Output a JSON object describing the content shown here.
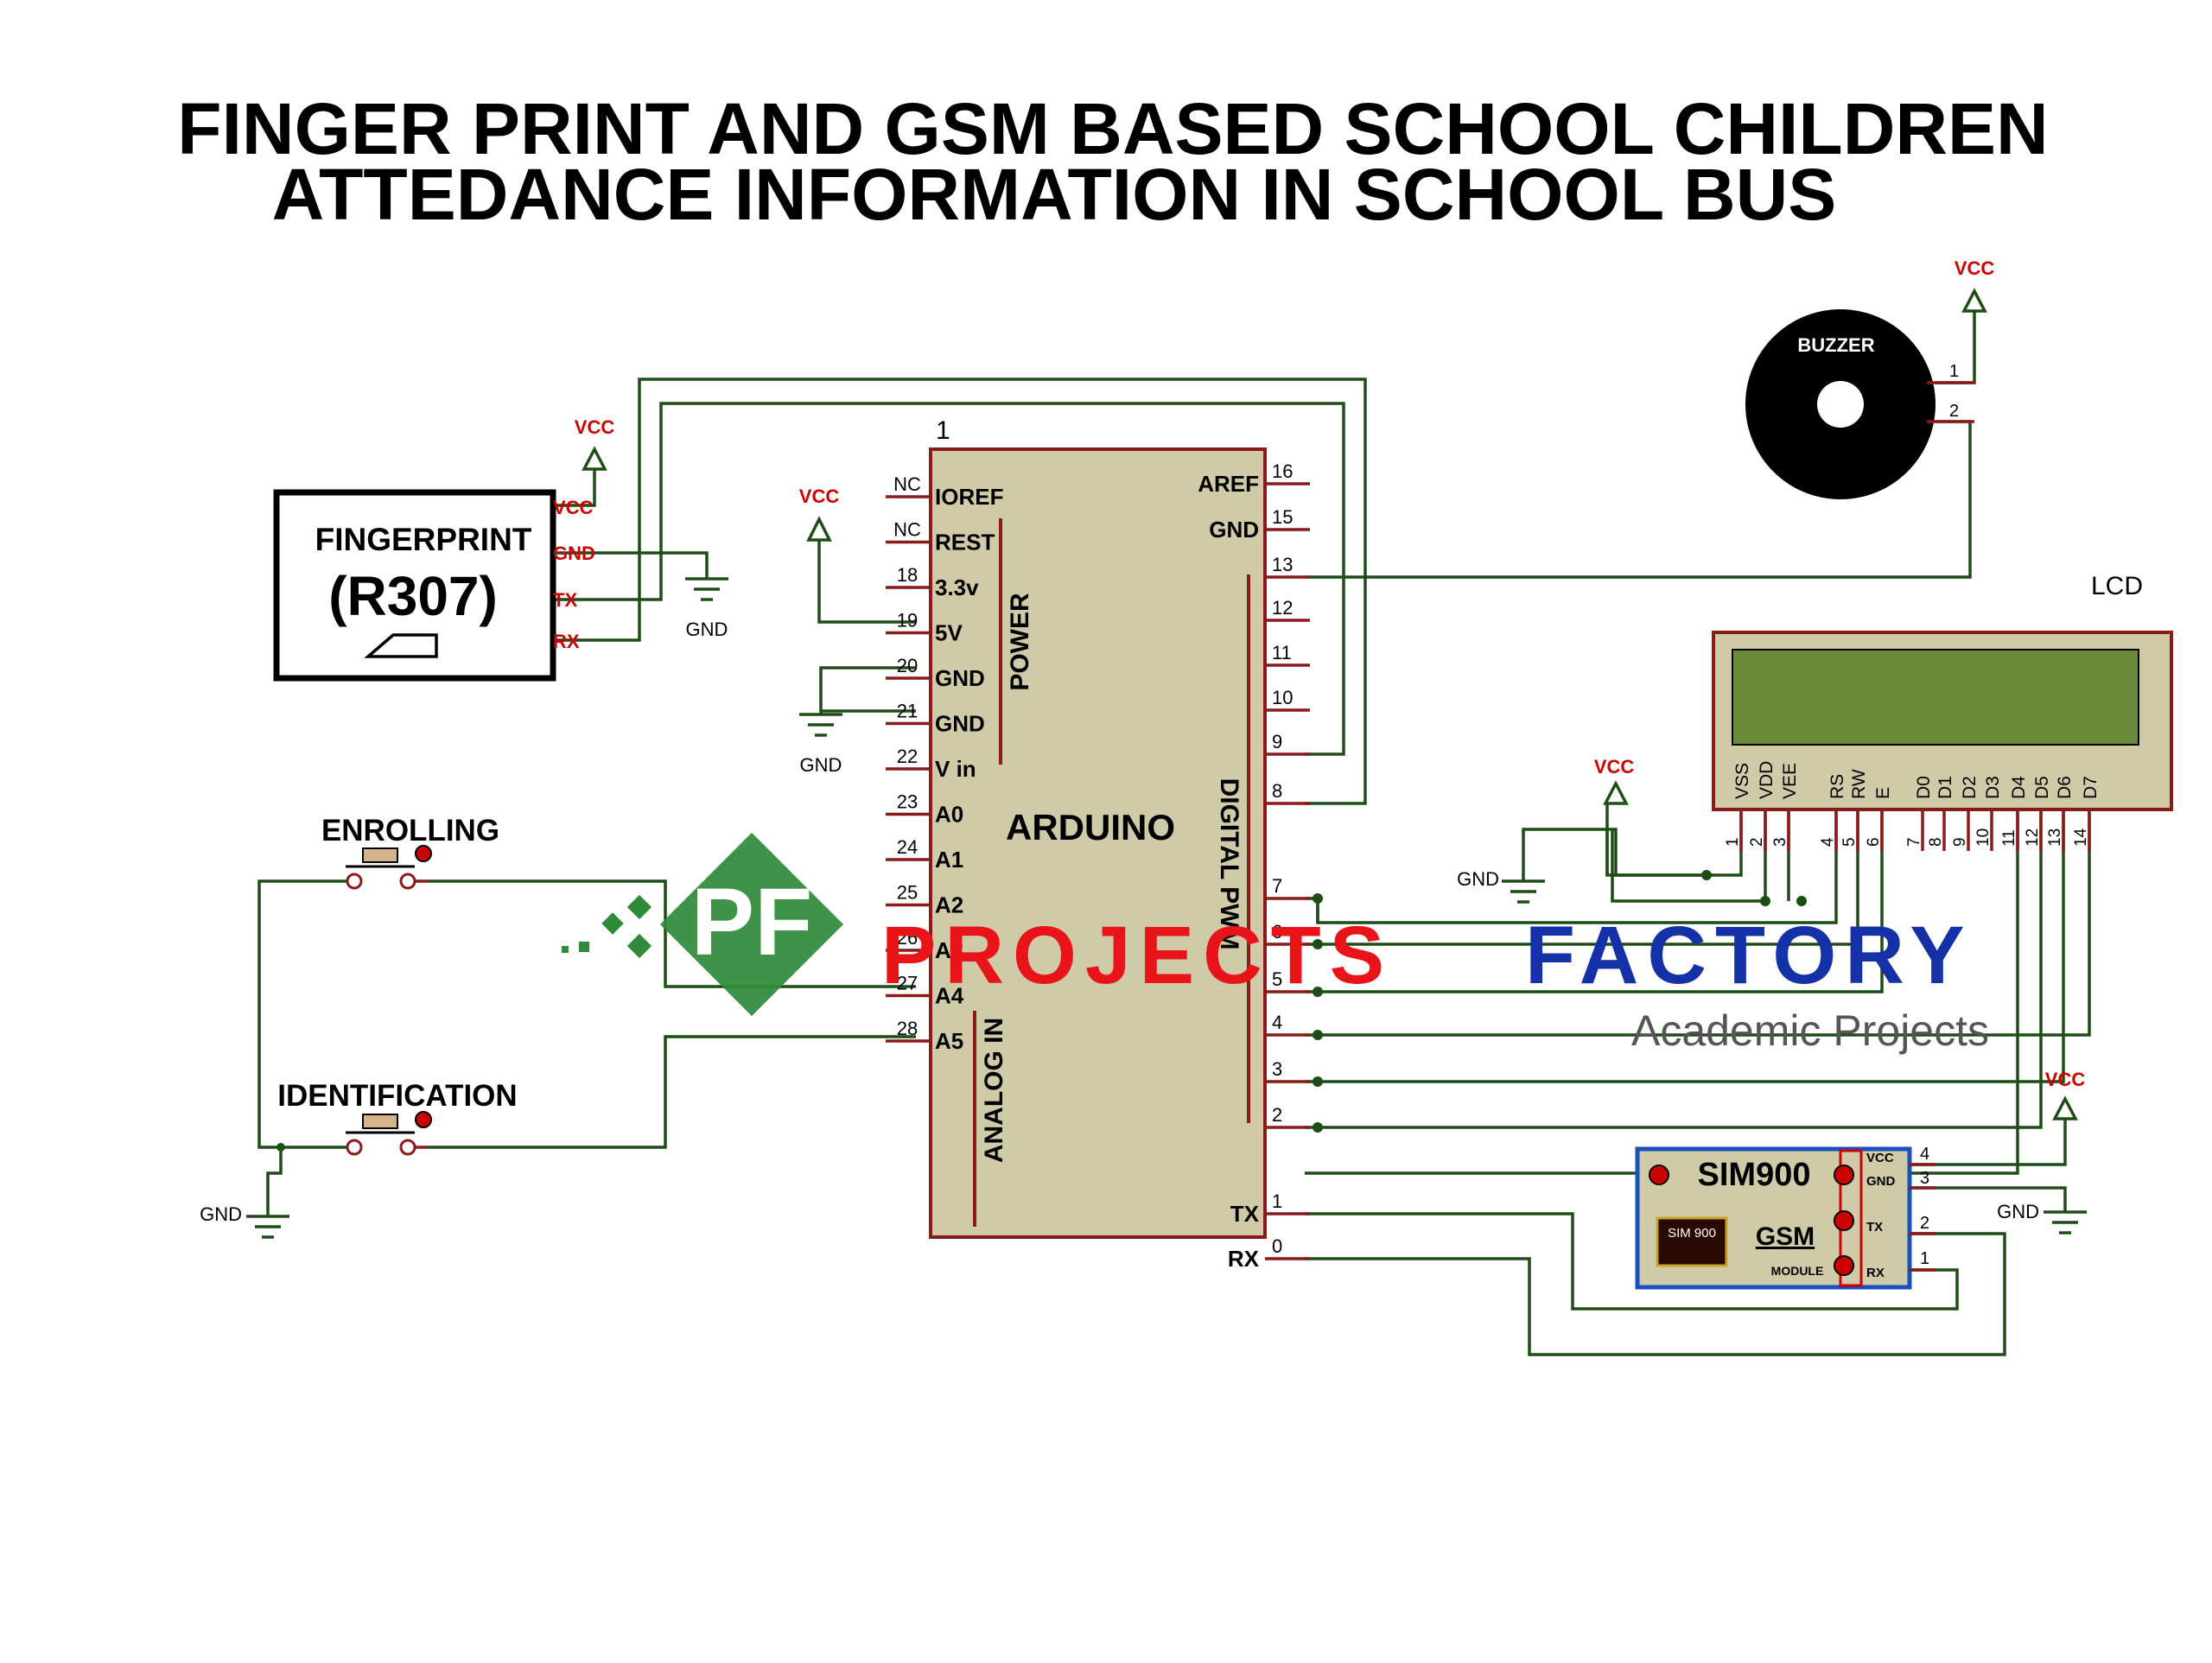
{
  "title": {
    "line1": "FINGER PRINT AND GSM BASED SCHOOL CHILDREN",
    "line2": "ATTEDANCE INFORMATION IN SCHOOL BUS"
  },
  "fingerprint": {
    "title": "FINGERPRINT",
    "model": "(R307)",
    "pins": [
      "VCC",
      "GND",
      "TX",
      "RX"
    ]
  },
  "arduino": {
    "name": "ARDUINO",
    "ref": "1",
    "left_pins": [
      {
        "num": "NC",
        "name": "IOREF"
      },
      {
        "num": "NC",
        "name": "REST"
      },
      {
        "num": "18",
        "name": "3.3v"
      },
      {
        "num": "19",
        "name": "5V"
      },
      {
        "num": "20",
        "name": "GND"
      },
      {
        "num": "21",
        "name": "GND"
      },
      {
        "num": "22",
        "name": "V in"
      },
      {
        "num": "23",
        "name": "A0"
      },
      {
        "num": "24",
        "name": "A1"
      },
      {
        "num": "25",
        "name": "A2"
      },
      {
        "num": "26",
        "name": "A3"
      },
      {
        "num": "27",
        "name": "A4"
      },
      {
        "num": "28",
        "name": "A5"
      }
    ],
    "right_top": [
      {
        "num": "16",
        "name": "AREF"
      },
      {
        "num": "15",
        "name": "GND"
      },
      {
        "num": "13",
        "name": ""
      },
      {
        "num": "12",
        "name": ""
      },
      {
        "num": "11",
        "name": ""
      },
      {
        "num": "10",
        "name": ""
      },
      {
        "num": "9",
        "name": ""
      },
      {
        "num": "8",
        "name": ""
      }
    ],
    "right_bottom": [
      {
        "num": "7",
        "name": ""
      },
      {
        "num": "6",
        "name": ""
      },
      {
        "num": "5",
        "name": ""
      },
      {
        "num": "4",
        "name": ""
      },
      {
        "num": "3",
        "name": ""
      },
      {
        "num": "2",
        "name": ""
      },
      {
        "num": "1",
        "name": "TX"
      },
      {
        "num": "0",
        "name": "RX"
      }
    ],
    "power_label": "POWER",
    "digital_label": "DIGITAL PWM",
    "analog_label": "ANALOG IN"
  },
  "buzzer": {
    "label": "BUZZER",
    "pin1": "1",
    "pin2": "2"
  },
  "lcd": {
    "label": "LCD",
    "pin_names": [
      "VSS",
      "VDD",
      "VEE",
      "RS",
      "RW",
      "E",
      "D0",
      "D1",
      "D2",
      "D3",
      "D4",
      "D5",
      "D6",
      "D7"
    ],
    "pin_nums": [
      "1",
      "2",
      "3",
      "4",
      "5",
      "6",
      "7",
      "8",
      "9",
      "10",
      "11",
      "12",
      "13",
      "14"
    ]
  },
  "gsm": {
    "name": "SIM900",
    "chip": "SIM 900",
    "gsm": "GSM",
    "module": "MODULE",
    "pins": [
      "VCC",
      "GND",
      "TX",
      "RX"
    ],
    "pin_nums": [
      "4",
      "3",
      "2",
      "1"
    ]
  },
  "buttons": {
    "enroll": "ENROLLING",
    "identify": "IDENTIFICATION"
  },
  "power": {
    "vcc": "VCC",
    "gnd": "GND"
  },
  "watermark": {
    "brand1": "PROJECTS",
    "brand2": "FACTORY",
    "tagline": "Academic Projects",
    "logo": "PF"
  }
}
